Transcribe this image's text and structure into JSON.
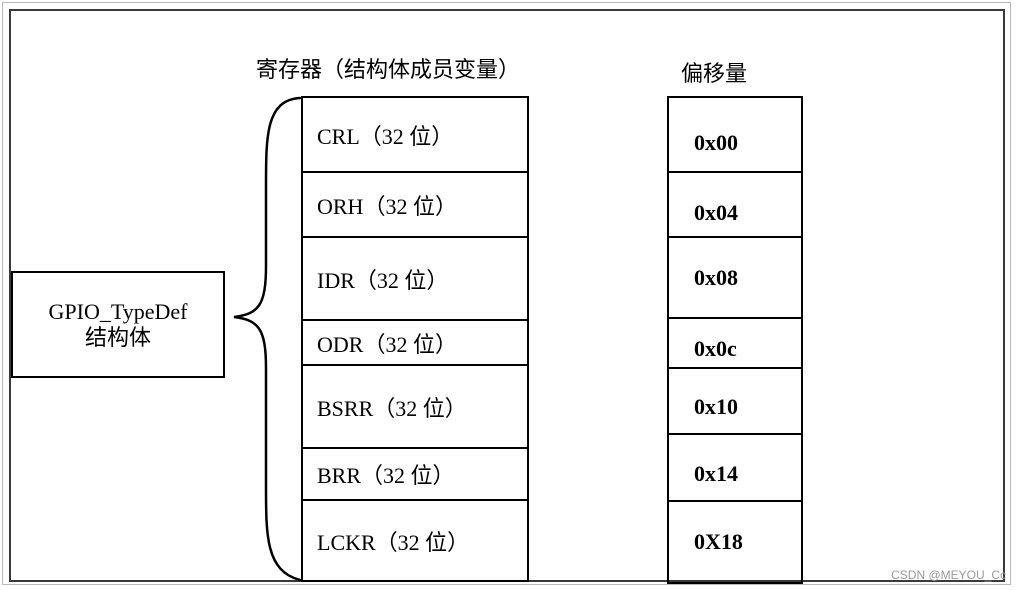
{
  "headings": {
    "registers": "寄存器（结构体成员变量）",
    "offset": "偏移量"
  },
  "struct_box": {
    "line1": "GPIO_TypeDef",
    "line2": "结构体"
  },
  "registers": [
    {
      "label": "CRL（32 位）"
    },
    {
      "label": "ORH（32 位）"
    },
    {
      "label": "IDR（32 位）"
    },
    {
      "label": "ODR（32 位）"
    },
    {
      "label": "BSRR（32 位）"
    },
    {
      "label": "BRR（32 位）"
    },
    {
      "label": "LCKR（32 位）"
    }
  ],
  "offsets": [
    {
      "value": "0x00"
    },
    {
      "value": "0x04"
    },
    {
      "value": "0x08"
    },
    {
      "value": "0x0c"
    },
    {
      "value": "0x10"
    },
    {
      "value": "0x14"
    },
    {
      "value": "0X18"
    }
  ],
  "watermark": "CSDN @MEYOU_Cc"
}
